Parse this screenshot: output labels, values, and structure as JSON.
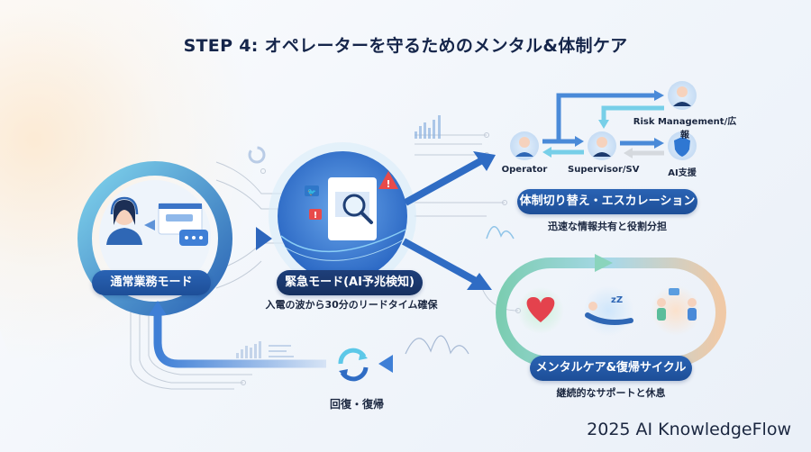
{
  "title": "STEP 4: オペレーターを守るためのメンタル&体制ケア",
  "normal_mode": {
    "label": "通常業務モード",
    "icons": [
      "operator-headset-icon",
      "chat-window-icon",
      "chat-bubble-icon"
    ]
  },
  "emergency_mode": {
    "label": "緊急モード(AI予兆検知)",
    "subtitle": "入電の波から30分のリードタイム確保",
    "icons": [
      "twitter-icon",
      "alert-icon",
      "warning-triangle-icon",
      "magnifier-icon",
      "social-post-icon"
    ]
  },
  "escalation": {
    "label": "体制切り替え・エスカレーション",
    "subtitle": "迅速な情報共有と役割分担",
    "nodes": [
      {
        "id": "operator",
        "label": "Operator"
      },
      {
        "id": "supervisor",
        "label": "Supervisor/SV"
      },
      {
        "id": "risk",
        "label": "Risk Management/広報"
      },
      {
        "id": "ai",
        "label": "AI支援"
      }
    ]
  },
  "mental_care": {
    "label": "メンタルケア&復帰サイクル",
    "subtitle": "継続的なサポートと休息",
    "icons": [
      "heart-icon",
      "rest-icon",
      "counseling-icon"
    ]
  },
  "recovery": {
    "label": "回復・復帰"
  },
  "footer": "2025 AI KnowledgeFlow",
  "colors": {
    "primary": "#2a63b4",
    "dark_pill": "#1e3f7a",
    "accent_cyan": "#5cc8e8",
    "alert_red": "#e84a4a",
    "title": "#15254a"
  }
}
